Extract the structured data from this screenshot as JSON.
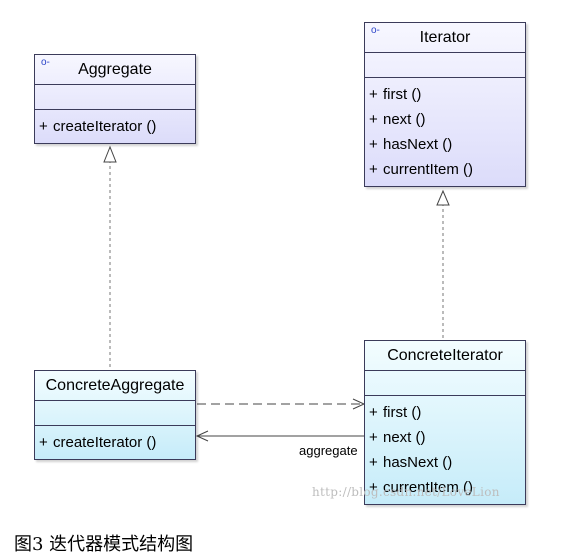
{
  "classes": {
    "aggregate": {
      "name": "Aggregate",
      "operations": [
        "createIterator ()"
      ]
    },
    "iterator": {
      "name": "Iterator",
      "operations": [
        "first ()",
        "next ()",
        "hasNext ()",
        "currentItem ()"
      ]
    },
    "concrete_aggregate": {
      "name": "ConcreteAggregate",
      "operations": [
        "createIterator ()"
      ]
    },
    "concrete_iterator": {
      "name": "ConcreteIterator",
      "operations": [
        "first ()",
        "next ()",
        "hasNext ()",
        "currentItem ()"
      ]
    }
  },
  "visibility_symbol": "+",
  "interface_glyph": "o-",
  "association_label": "aggregate",
  "watermark": "http://blog.csdn.net/LoveLion",
  "caption": "图3 迭代器模式结构图",
  "colors": {
    "abstract_fill": "#dcdcfa",
    "concrete_fill": "#c6ecf9",
    "border": "#3b3b5a",
    "connector": "#555555"
  }
}
